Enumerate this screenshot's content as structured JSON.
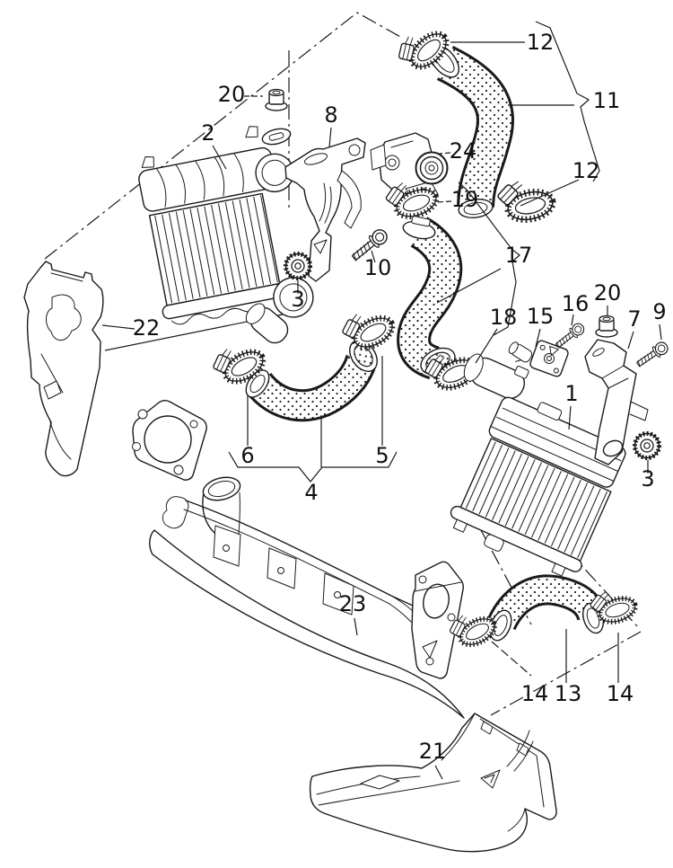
{
  "diagram": {
    "type": "exploded-parts-diagram",
    "background_color": "#ffffff",
    "line_color": "#1a1a1a"
  },
  "callouts": [
    {
      "num": "20",
      "name": "cap-nut-top"
    },
    {
      "num": "2",
      "name": "charge-air-cooler-left"
    },
    {
      "num": "8",
      "name": "bracket-center"
    },
    {
      "num": "24",
      "name": "throttle-valve-unit"
    },
    {
      "num": "12",
      "name": "hose-clamp-upper"
    },
    {
      "num": "11",
      "name": "charge-air-hose-upper"
    },
    {
      "num": "12",
      "name": "hose-clamp-lower"
    },
    {
      "num": "19",
      "name": "hose-clamp"
    },
    {
      "num": "17",
      "name": "charge-air-hose-middle"
    },
    {
      "num": "10",
      "name": "bolt"
    },
    {
      "num": "3",
      "name": "grommet-left"
    },
    {
      "num": "22",
      "name": "air-guide"
    },
    {
      "num": "18",
      "name": "hose-clamp"
    },
    {
      "num": "15",
      "name": "sensor-stub"
    },
    {
      "num": "16",
      "name": "bolt"
    },
    {
      "num": "20",
      "name": "cap-nut-right"
    },
    {
      "num": "7",
      "name": "bracket-right"
    },
    {
      "num": "9",
      "name": "bolt"
    },
    {
      "num": "1",
      "name": "charge-air-cooler-right"
    },
    {
      "num": "3",
      "name": "grommet-right"
    },
    {
      "num": "6",
      "name": "hose-clamp"
    },
    {
      "num": "5",
      "name": "hose-clamp"
    },
    {
      "num": "4",
      "name": "charge-air-hose-assembly"
    },
    {
      "num": "23",
      "name": "crossmember"
    },
    {
      "num": "14",
      "name": "hose-clamp"
    },
    {
      "num": "13",
      "name": "charge-air-hose-lower"
    },
    {
      "num": "14",
      "name": "hose-clamp"
    },
    {
      "num": "21",
      "name": "air-duct"
    }
  ]
}
